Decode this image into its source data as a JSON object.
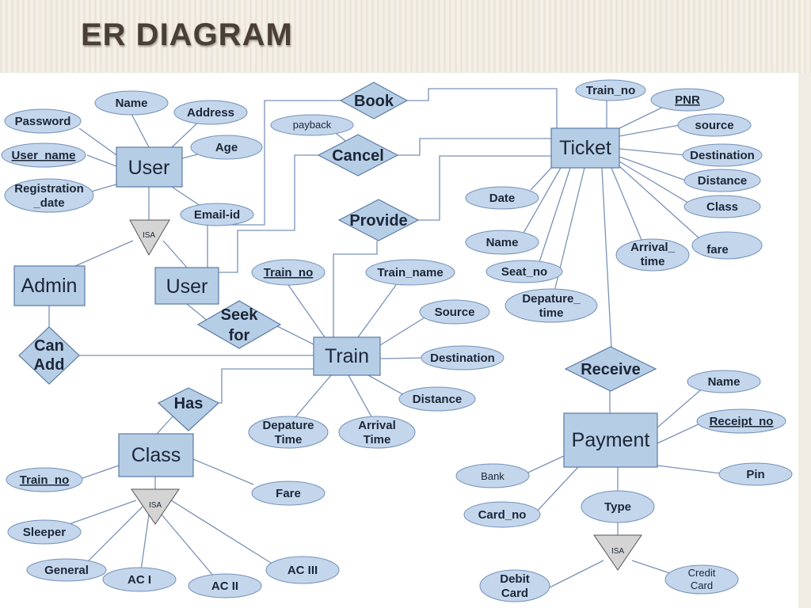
{
  "slide": {
    "title": "ER DIAGRAM"
  },
  "entities": {
    "user_top": "User",
    "admin": "Admin",
    "user": "User",
    "train": "Train",
    "class": "Class",
    "ticket": "Ticket",
    "payment": "Payment"
  },
  "relationships": {
    "book": "Book",
    "cancel": "Cancel",
    "provide": "Provide",
    "seek_for": [
      "Seek",
      "for"
    ],
    "can_add": [
      "Can",
      "Add"
    ],
    "has": "Has",
    "receive": "Receive"
  },
  "attributes": {
    "name": "Name",
    "address": "Address",
    "password": "Password",
    "age": "Age",
    "user_name": "User_name",
    "registration_date": [
      "Registration",
      "_date"
    ],
    "email_id": "Email-id",
    "payback": "payback",
    "ticket_train_no": "Train_no",
    "pnr": "PNR",
    "source": "source",
    "destination": "Destination",
    "distance": "Distance",
    "class": "Class",
    "fare": "fare",
    "arrival_time": [
      "Arrival_",
      "time"
    ],
    "date": "Date",
    "ticket_name": "Name",
    "seat_no": "Seat_no",
    "depature_time": [
      "Depature_",
      "time"
    ],
    "train_no": "Train_no",
    "train_name": "Train_name",
    "train_source": "Source",
    "train_destination": "Destination",
    "train_distance": "Distance",
    "train_depature_time": [
      "Depature",
      "Time"
    ],
    "train_arrival_time": [
      "Arrival",
      "Time"
    ],
    "class_train_no": "Train_no",
    "class_fare": "Fare",
    "sleeper": "Sleeper",
    "general": "General",
    "ac1": "AC I",
    "ac2": "AC II",
    "ac3": "AC III",
    "payment_name": "Name",
    "receipt_no": "Receipt_no",
    "pin": "Pin",
    "bank": "Bank",
    "card_no": "Card_no",
    "type": "Type",
    "debit_card": [
      "Debit",
      "Card"
    ],
    "credit_card": [
      "Credit",
      "Card"
    ]
  },
  "isa_label": "ISA"
}
